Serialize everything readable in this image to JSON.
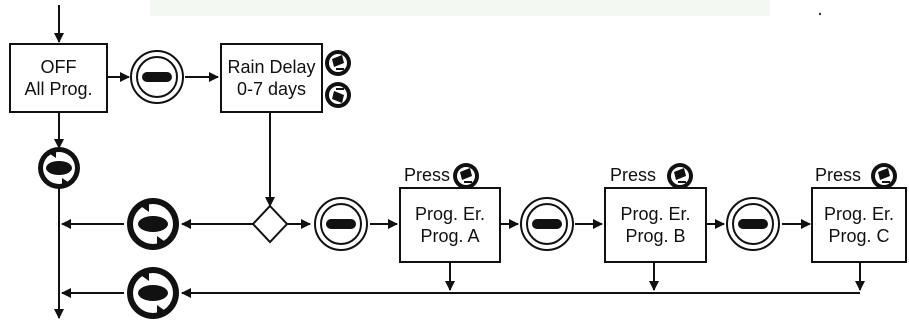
{
  "diagram": {
    "nodes": {
      "off_all_prog": {
        "line1": "OFF",
        "line2": "All Prog."
      },
      "rain_delay": {
        "line1": "Rain Delay",
        "line2": "0-7 days"
      },
      "prog_er_a": {
        "line1": "Prog. Er.",
        "line2": "Prog. A"
      },
      "prog_er_b": {
        "line1": "Prog. Er.",
        "line2": "Prog. B"
      },
      "prog_er_c": {
        "line1": "Prog. Er.",
        "line2": "Prog. C"
      }
    },
    "press_label": "Press",
    "buttons": {
      "enter": "ENTER",
      "dial": "DIAL"
    }
  }
}
